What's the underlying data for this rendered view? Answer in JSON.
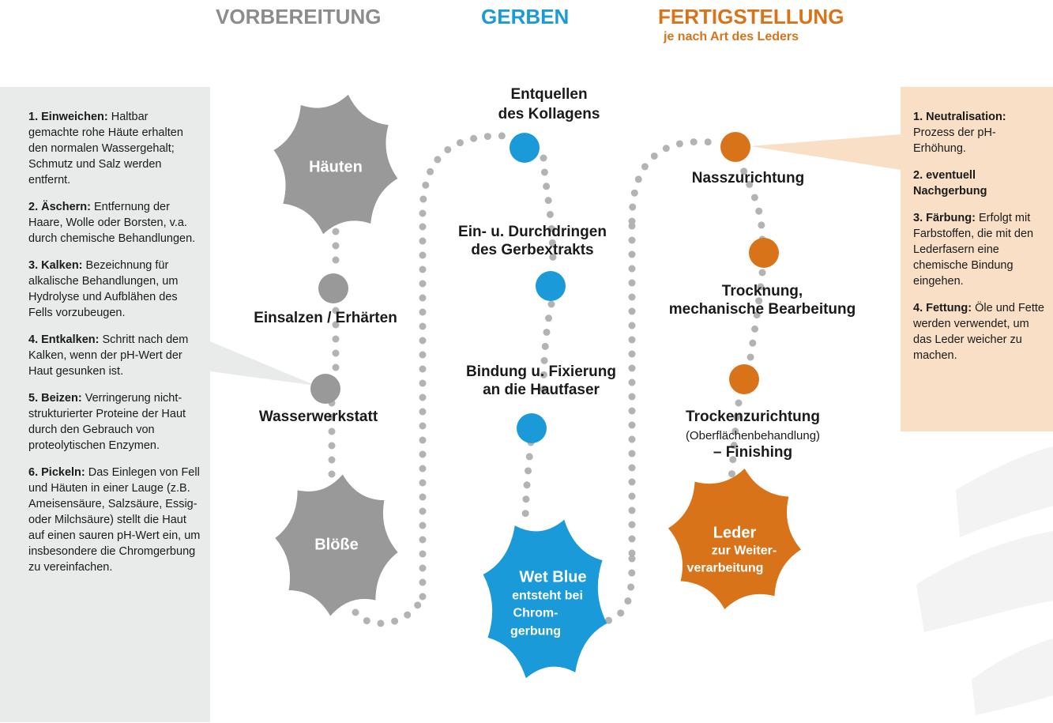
{
  "colors": {
    "grey": "#999999",
    "blue": "#1a9ad9",
    "orange": "#d9731a",
    "left_panel": "#e9ebea",
    "right_panel": "#f8dfc6",
    "dots": "#b3b3b3"
  },
  "headings": {
    "vorbereitung": "VORBEREITUNG",
    "gerben": "GERBEN",
    "fertigstellung": "FERTIGSTELLUNG",
    "fertigstellung_sub": "je nach Art des Leders"
  },
  "left_panel": [
    {
      "title": "1. Einweichen:",
      "text": " Haltbar gemachte rohe Häute erhalten den normalen Wassergehalt; Schmutz und Salz werden entfernt."
    },
    {
      "title": "2. Äschern:",
      "text": " Entfernung der Haare, Wolle oder Borsten, v.a. durch chemische Behandlungen."
    },
    {
      "title": "3. Kalken:",
      "text": " Bezeichnung für alkalische Behandlungen, um Hydrolyse und Aufblähen des Fells vorzubeugen."
    },
    {
      "title": "4. Entkalken:",
      "text": " Schritt nach dem Kalken, wenn der pH-Wert der Haut gesunken ist."
    },
    {
      "title": "5. Beizen:",
      "text": " Verringerung nicht-strukturierter Proteine der Haut durch den Gebrauch von proteolytischen Enzymen."
    },
    {
      "title": "6. Pickeln:",
      "text": " Das Einlegen von Fell und Häuten in einer Lauge (z.B. Ameisensäure, Salzsäure, Essig- oder Milchsäure) stellt die Haut auf einen sauren pH-Wert ein, um insbesondere die Chromgerbung zu vereinfachen."
    }
  ],
  "right_panel": [
    {
      "title": "1. Neutralisation:",
      "text": " Prozess der pH-Erhöhung."
    },
    {
      "title": "2. eventuell Nachgerbung",
      "text": ""
    },
    {
      "title": "3. Färbung:",
      "text": " Erfolgt mit Farbstoffen, die mit den Lederfasern eine chemische Bindung eingehen."
    },
    {
      "title": "4. Fettung:",
      "text": " Öle und Fette werden verwendet, um das Leder weicher zu machen."
    }
  ],
  "shapes": {
    "haeuten": "Häuten",
    "bloesse": "Blöße",
    "wetblue_title": "Wet Blue",
    "wetblue_line1": "entsteht bei",
    "wetblue_line2": "Chrom-",
    "wetblue_line3": "gerbung",
    "leder_title": "Leder",
    "leder_line1": "zur Weiter-",
    "leder_line2": "verarbeitung"
  },
  "steps": {
    "einsalzen": "Einsalzen / Erhärten",
    "wasserwerkstatt": "Wasserwerkstatt",
    "entquellen_1": "Entquellen",
    "entquellen_2": "des Kollagens",
    "durchdringen_1": "Ein- u. Durchdringen",
    "durchdringen_2": "des Gerbextrakts",
    "bindung_1": "Bindung u. Fixierung",
    "bindung_2": "an die Hautfaser",
    "nasszurichtung": "Nasszurichtung",
    "trocknung_1": "Trocknung,",
    "trocknung_2": "mechanische Bearbeitung",
    "trocken_1": "Trockenzurichtung",
    "trocken_2": "(Oberflächenbehandlung)",
    "trocken_3": "– Finishing"
  }
}
